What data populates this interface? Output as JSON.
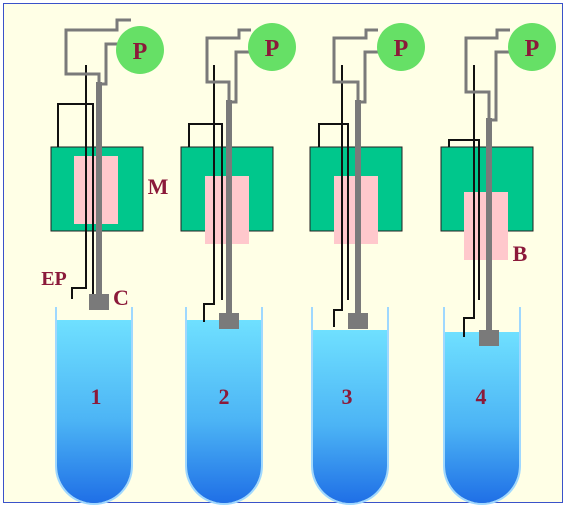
{
  "apparatus": [
    {
      "number": "1",
      "pump": "P"
    },
    {
      "number": "2",
      "pump": "P"
    },
    {
      "number": "3",
      "pump": "P"
    },
    {
      "number": "4",
      "pump": "P"
    }
  ],
  "labels": {
    "magnet": "M",
    "electrode_probe": "EP",
    "capillary": "C",
    "bead": "B"
  },
  "colors": {
    "pump_fill": "#66e066",
    "magnet_block": "#00c78c",
    "bead_zone": "#ffc8cc",
    "liquid_top": "#6fe0ff",
    "liquid_bottom": "#1f6fe6",
    "label_text": "#8b1a3a",
    "frame_border": "#3a52c9",
    "frame_fill": "#ffffe6"
  }
}
